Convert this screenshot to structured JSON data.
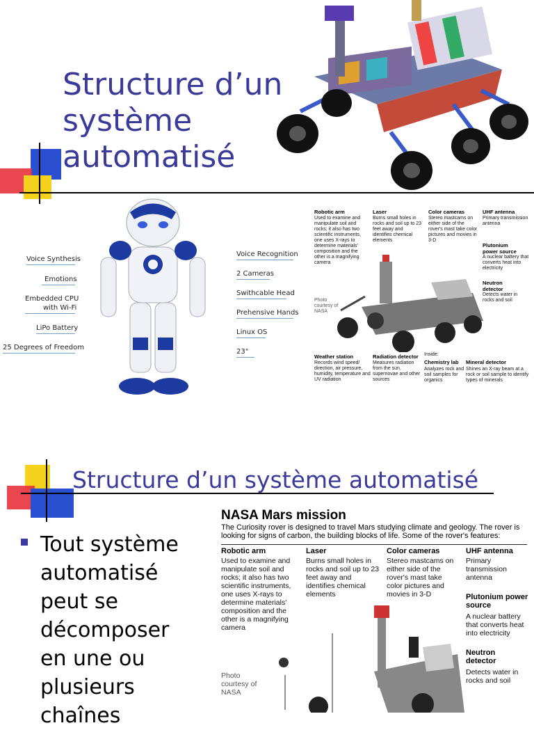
{
  "slide1": {
    "title": "Structure d’un système automatisé",
    "nao_labels_left": [
      "Voice Synthesis",
      "Emotions",
      "Embedded CPU",
      "with Wi-Fi",
      "LiPo Battery",
      "25 Degrees of Freedom"
    ],
    "nao_labels_right": [
      "Voice Recognition",
      "2 Cameras",
      "Swithcable Head",
      "Prehensive Hands",
      "Linux OS",
      "23\""
    ],
    "info": {
      "robotic_arm_h": "Robotic arm",
      "robotic_arm_t": "Used to examine and manipulate soil and rocks; it also has two scientific instruments, one uses X-rays to determine materials' composition and the other is a magnifying camera",
      "laser_h": "Laser",
      "laser_t": "Burns small holes in rocks and soil up to 23 feet away and identifies chemical elements",
      "cameras_h": "Color cameras",
      "cameras_t": "Stereo mastcams on either side of the rover's mast take color pictures and movies in 3-D",
      "uhf_h": "UHF antenna",
      "uhf_t": "Primary transmission antenna",
      "plutonium_h": "Plutonium power source",
      "plutonium_t": "A nuclear battery that converts heat into electricity",
      "neutron_h": "Neutron detector",
      "neutron_t": "Detects water in rocks and soil",
      "photo": "Photo courtesy of NASA",
      "weather_h": "Weather station",
      "weather_t": "Records wind speed/ direction, air pressure, humidity, temperature and UV radiation",
      "radiation_h": "Radiation detector",
      "radiation_t": "Measures radiation from the sun, supernovae and other sources",
      "inside": "Inside:",
      "chem_h": "Chemistry lab",
      "chem_t": "Analyzes rock and soil samples for organics",
      "mineral_h": "Mineral detector",
      "mineral_t": "Shines an X-ray beam at a rock or soil sample to identify types of minerals"
    }
  },
  "slide2": {
    "title": "Structure d’un système automatisé",
    "bullet": "Tout système automatisé peut se décomposer en une ou plusieurs chaînes",
    "info": {
      "heading": "NASA Mars mission",
      "subtitle": "The Curiosity rover is designed to travel Mars studying climate and geology. The rover is looking for signs of carbon, the building blocks of life. Some of the rover's features:",
      "robotic_arm_h": "Robotic arm",
      "robotic_arm_t": "Used to examine and manipulate soil and rocks; it also has two scientific instruments, one uses X-rays to determine materials' composition and the other is a magnifying camera",
      "laser_h": "Laser",
      "laser_t": "Burns small holes in rocks and soil up to 23 feet away and identifies chemical elements",
      "cameras_h": "Color cameras",
      "cameras_t": "Stereo mastcams on either side of the rover's mast take color pictures and movies in 3-D",
      "uhf_h": "UHF antenna",
      "uhf_t": "Primary transmission antenna",
      "plutonium_h": "Plutonium power source",
      "plutonium_t": "A nuclear battery that converts heat into electricity",
      "neutron_h": "Neutron detector",
      "neutron_t": "Detects water in rocks and soil",
      "photo": "Photo courtesy of NASA"
    }
  },
  "colors": {
    "title": "#3a3a9a",
    "bullet": "#3a3aa0",
    "accent_blue": "#2a4fd0",
    "accent_red": "#e8323c",
    "accent_yellow": "#f4d21e"
  }
}
